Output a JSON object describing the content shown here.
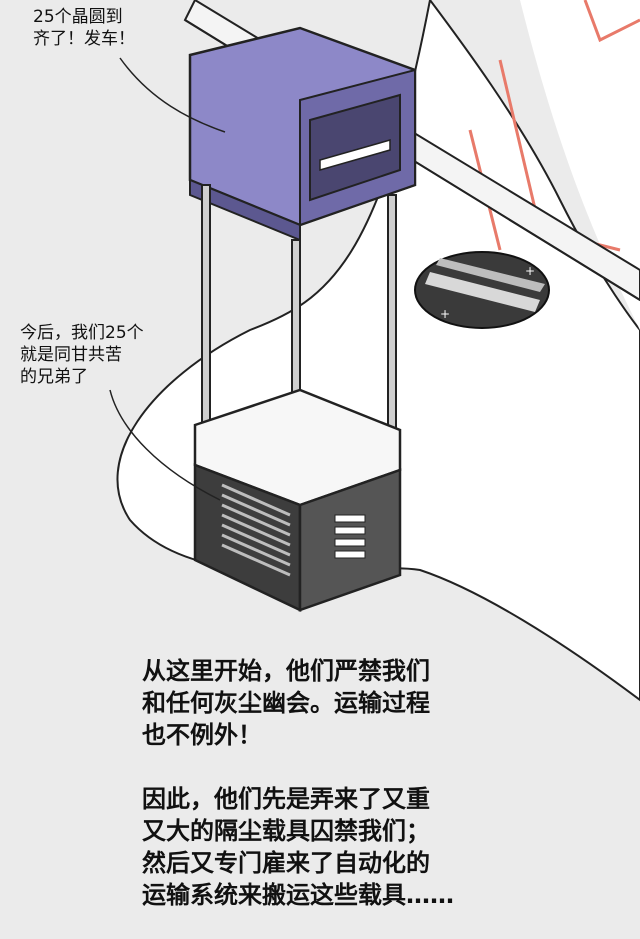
{
  "speech_bubbles": [
    {
      "lines": [
        "25个晶圆到",
        "齐了！发车！"
      ]
    },
    {
      "lines": [
        "今后，我们25个",
        "就是同甘共苦",
        "的兄弟了"
      ]
    }
  ],
  "narration": {
    "paragraphs": [
      {
        "lines": [
          "从这里开始，他们严禁我们",
          "和任何灰尘幽会。运输过程",
          "也不例外！"
        ]
      },
      {
        "lines": [
          "因此，他们先是弄来了又重",
          "又大的隔尘载具囚禁我们；",
          "然后又专门雇来了自动化的",
          "运输系统来搬运这些载具……"
        ]
      }
    ]
  },
  "colors": {
    "background": "#ebebeb",
    "floor": "#ffffff",
    "vehicle": "#8d88c8",
    "vehicle_dark": "#6f6aa8",
    "pod_dark": "#3d3d3d",
    "accent_sign": "#e87a6a"
  }
}
